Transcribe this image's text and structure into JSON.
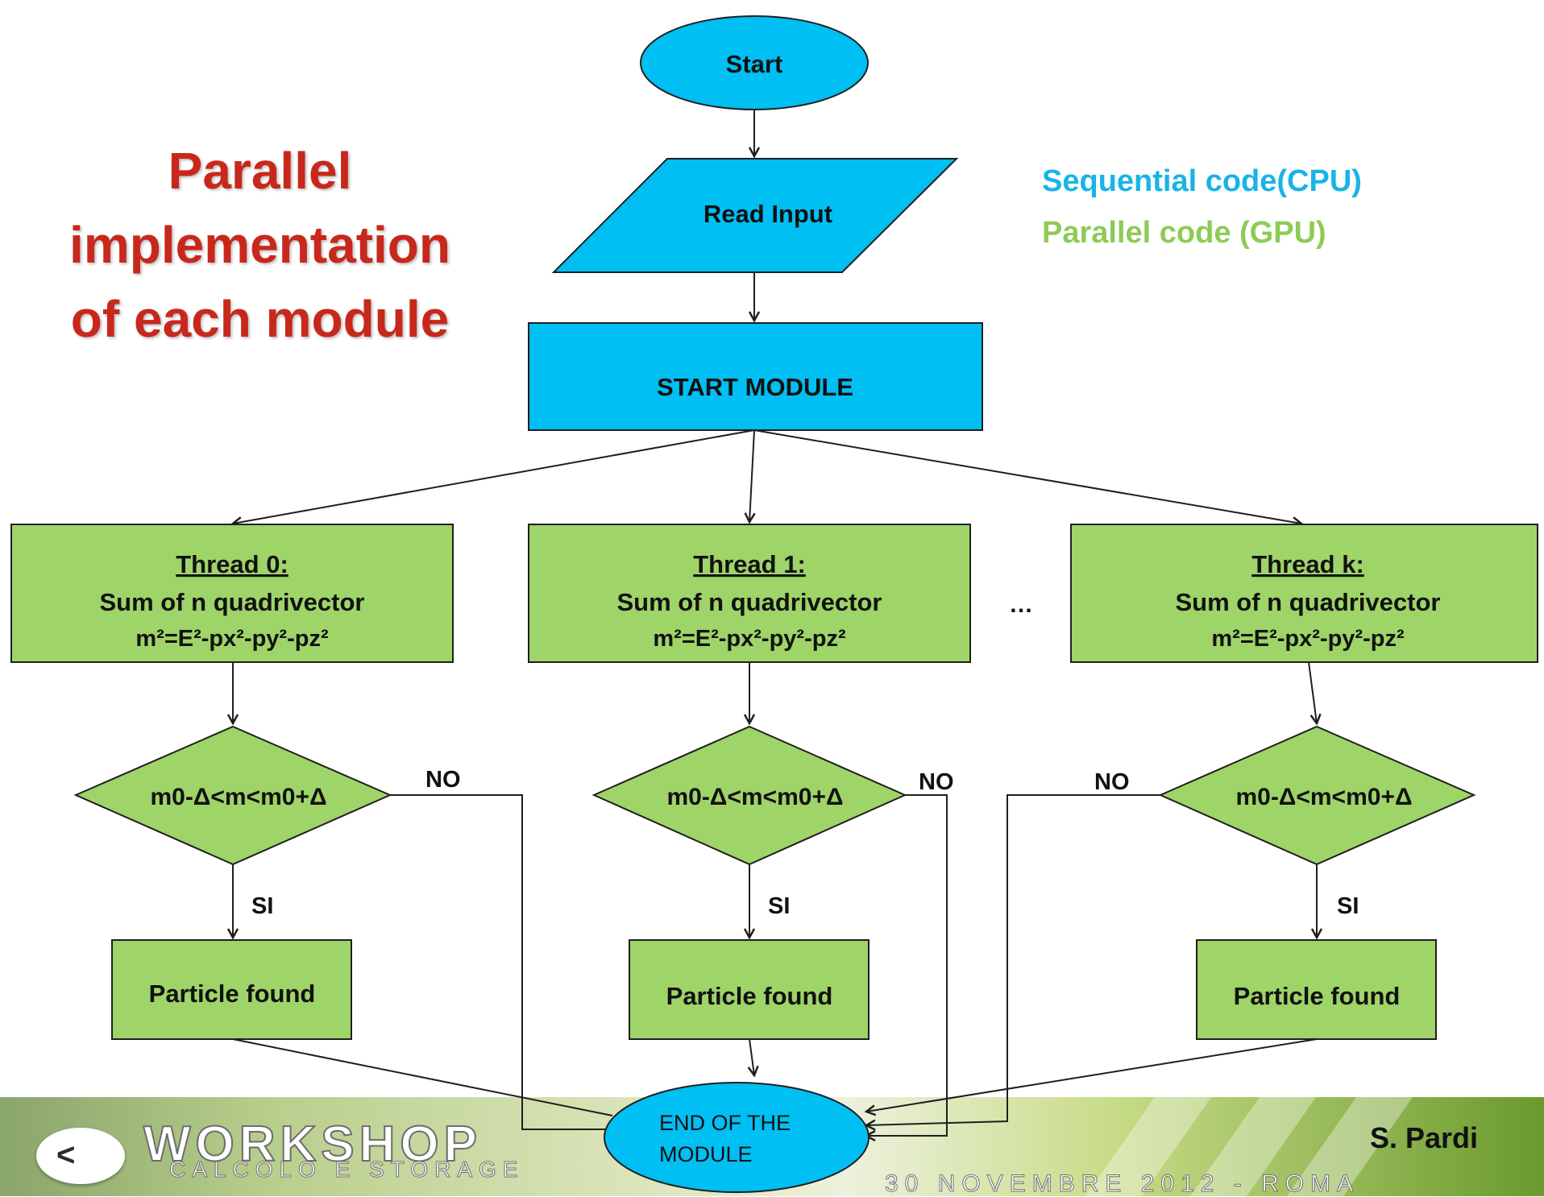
{
  "title": [
    "Parallel",
    "implementation",
    "of each module"
  ],
  "legend": {
    "sequential": {
      "label": "Sequential code(CPU)",
      "color": "#18b4e6"
    },
    "parallel": {
      "label": "Parallel code (GPU)",
      "color": "#8ecb55"
    }
  },
  "colors": {
    "cpu": "#00bff3",
    "gpu": "#9fd468",
    "stroke": "#1f1f1f"
  },
  "nodes": {
    "start": "Start",
    "read_input": "Read Input",
    "start_module": "START MODULE",
    "end": [
      "END OF THE",
      "MODULE"
    ],
    "ellipsis": "…"
  },
  "threads": [
    {
      "name": "Thread 0:",
      "line1": "Sum of n quadrivector",
      "formula": "m²=E²-px²-py²-pz²",
      "condition": "m0-Δ<m<m0+Δ",
      "yes": "SI",
      "no": "NO",
      "result": "Particle found"
    },
    {
      "name": "Thread 1:",
      "line1": "Sum of n quadrivector",
      "formula": "m²=E²-px²-py²-pz²",
      "condition": "m0-Δ<m<m0+Δ",
      "yes": "SI",
      "no": "NO",
      "result": "Particle found"
    },
    {
      "name": "Thread k:",
      "line1": "Sum of n quadrivector",
      "formula": "m²=E²-px²-py²-pz²",
      "condition": "m0-Δ<m<m0+Δ",
      "yes": "SI",
      "no": "NO",
      "result": "Particle found"
    }
  ],
  "footer": {
    "workshop": "WORKSHOP",
    "subtitle": "CALCOLO E STORAGE",
    "date_fragment": "30 NOVEMBRE 2012 - ROMA",
    "author": "S. Pardi"
  }
}
